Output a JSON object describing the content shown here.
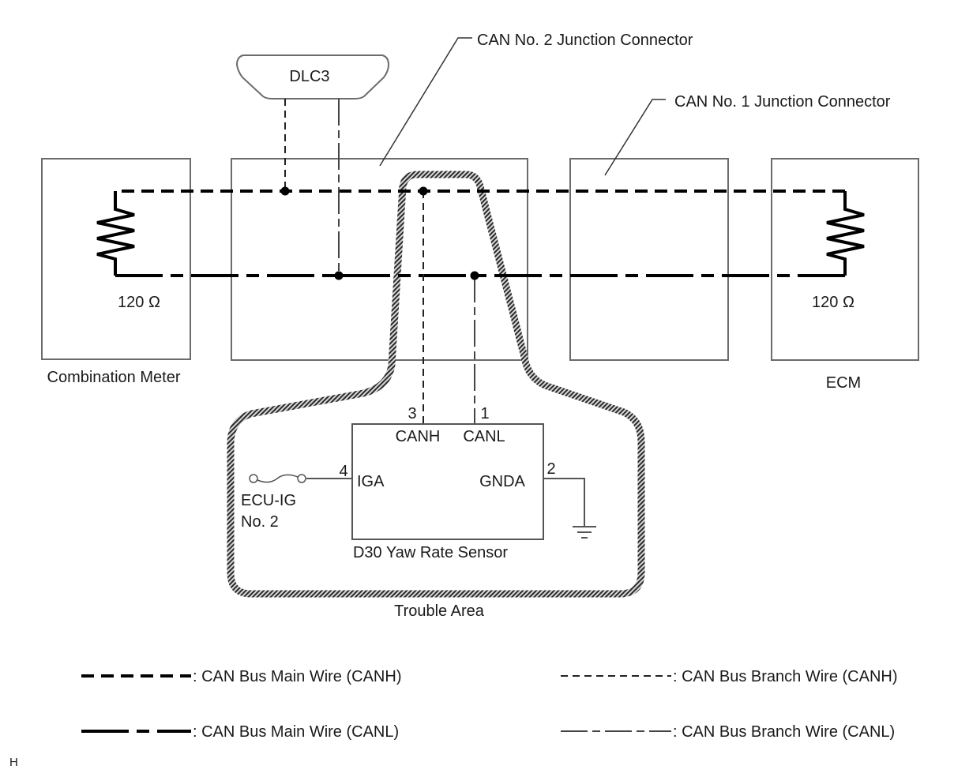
{
  "diagram": {
    "title": "CAN Bus Wiring Diagram - Yaw Rate Sensor",
    "components": {
      "dlc3": "DLC3",
      "can2_junction": "CAN No. 2 Junction Connector",
      "can1_junction": "CAN No. 1 Junction Connector",
      "combination_meter": "Combination Meter",
      "ecm": "ECM",
      "meter_resistor": "120 Ω",
      "ecm_resistor": "120 Ω",
      "sensor": "D30  Yaw Rate Sensor",
      "trouble_area": "Trouble Area",
      "fuse_line1": "ECU-IG",
      "fuse_line2": "No. 2"
    },
    "sensor_pins": [
      {
        "number": "3",
        "name": "CANH"
      },
      {
        "number": "1",
        "name": "CANL"
      },
      {
        "number": "4",
        "name": "IGA"
      },
      {
        "number": "2",
        "name": "GNDA"
      }
    ],
    "legend": [
      {
        "style": "main-canh",
        "label": ": CAN Bus Main Wire (CANH)"
      },
      {
        "style": "main-canl",
        "label": ": CAN Bus Main Wire (CANL)"
      },
      {
        "style": "branch-canh",
        "label": ": CAN Bus Branch Wire (CANH)"
      },
      {
        "style": "branch-canl",
        "label": ": CAN Bus Branch Wire (CANL)"
      }
    ],
    "footer_mark": "H"
  }
}
